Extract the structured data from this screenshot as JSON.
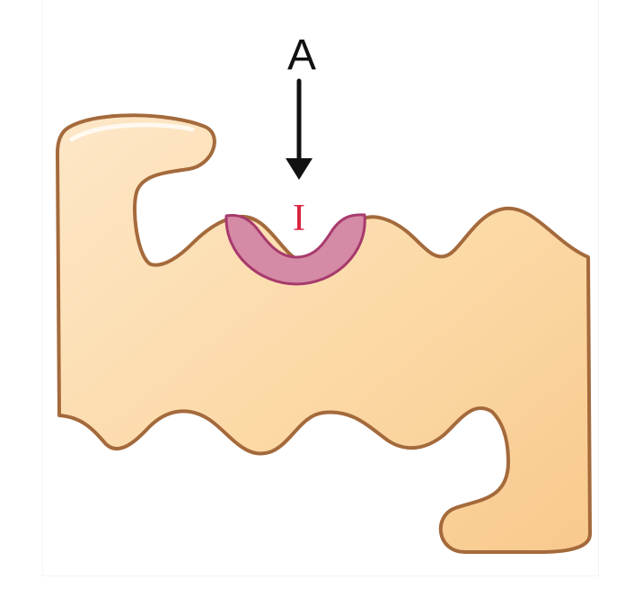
{
  "labels": {
    "arrow_label": "A",
    "site_label": "I"
  },
  "colors": {
    "protein_fill": "#fcd9a6",
    "protein_outline": "#a46a3c",
    "site_fill": "#d58aa6",
    "site_outline": "#a73a6d",
    "arrow": "#111111",
    "site_label": "#d9233f"
  },
  "icons": {
    "arrow": "down-arrow"
  }
}
